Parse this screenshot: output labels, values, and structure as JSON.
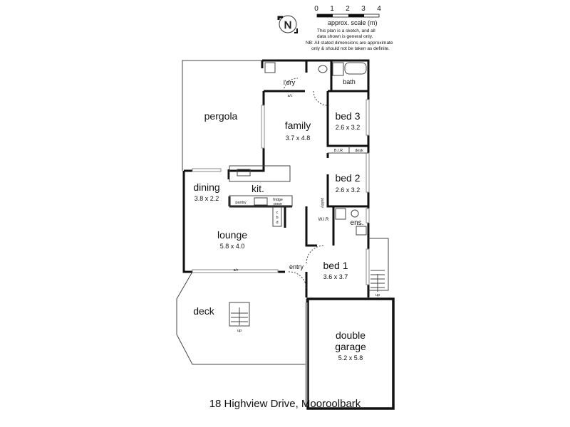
{
  "scale": {
    "ticks": [
      "0",
      "1",
      "2",
      "3",
      "4"
    ],
    "label": "approx. scale (m)",
    "note1": "This plan is a sketch, and all",
    "note2": "data shown is general only.",
    "note3": "NB: All stated dimensions are approximate",
    "note4": "only & should not be taken as definite."
  },
  "compass": {
    "letter": "N"
  },
  "rooms": {
    "pergola": {
      "name": "pergola"
    },
    "laundry": {
      "name": "l'dry"
    },
    "bath": {
      "name": "bath"
    },
    "family": {
      "name": "family",
      "dims": "3.7 x 4.8"
    },
    "bed3": {
      "name": "bed 3",
      "dims": "2.6 x 3.2"
    },
    "bir": {
      "name": "B.I.R"
    },
    "desk": {
      "name": "desk"
    },
    "bed2": {
      "name": "bed 2",
      "dims": "2.6 x 3.2"
    },
    "dining": {
      "name": "dining",
      "dims": "3.8 x 2.2"
    },
    "kitchen": {
      "name": "kit."
    },
    "pantry": {
      "name": "pantry"
    },
    "fridge": {
      "name": "fridge",
      "name2": "posn"
    },
    "lounge": {
      "name": "lounge",
      "dims": "5.8 x 4.0"
    },
    "wir": {
      "name": "W.I.R"
    },
    "ensuite": {
      "name": "ens."
    },
    "entry": {
      "name": "entry"
    },
    "bed1": {
      "name": "bed 1",
      "dims": "3.6 x 3.7"
    },
    "deck": {
      "name": "deck"
    },
    "garage": {
      "name": "double",
      "name2": "garage",
      "dims": "5.2 x 5.8"
    }
  },
  "labels": {
    "ac": "a/c",
    "cbd": [
      "c",
      "b",
      "d"
    ],
    "up": "up",
    "linen": "pantry"
  },
  "address": "18 Highview Drive, Mooroolbark"
}
